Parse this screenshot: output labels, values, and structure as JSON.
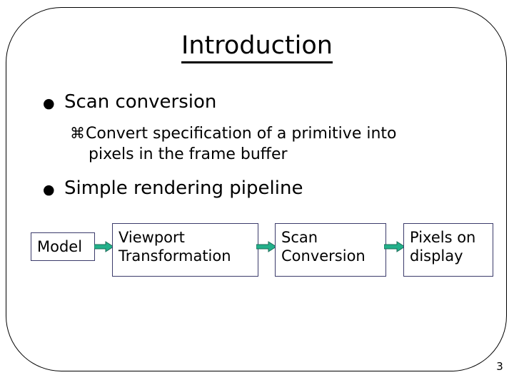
{
  "slide": {
    "title": "Introduction",
    "page_number": "3",
    "frame_color": "#000000",
    "text_color": "#000000"
  },
  "bullets": [
    {
      "marker": "●",
      "marker_name": "filled-circle-bullet",
      "text": "Scan conversion"
    },
    {
      "marker": "●",
      "marker_name": "filled-circle-bullet",
      "text": "Simple rendering pipeline"
    }
  ],
  "sub_bullets": [
    {
      "marker": "⌘",
      "marker_name": "command-glyph-bullet",
      "line1": "Convert specification of a primitive into",
      "line2": "pixels in the frame buffer"
    }
  ],
  "diagram": {
    "box_border_color": "#3b3b6b",
    "arrow_color": "#22b08a",
    "arrow_outline_color": "#1b6b57",
    "boxes": [
      {
        "label": "Model"
      },
      {
        "label": "Viewport\nTransformation"
      },
      {
        "label": "Scan\nConversion"
      },
      {
        "label": "Pixels on\ndisplay"
      }
    ],
    "arrows": [
      {
        "name": "arrow-model-to-viewport"
      },
      {
        "name": "arrow-viewport-to-scan"
      },
      {
        "name": "arrow-scan-to-pixels"
      }
    ]
  }
}
